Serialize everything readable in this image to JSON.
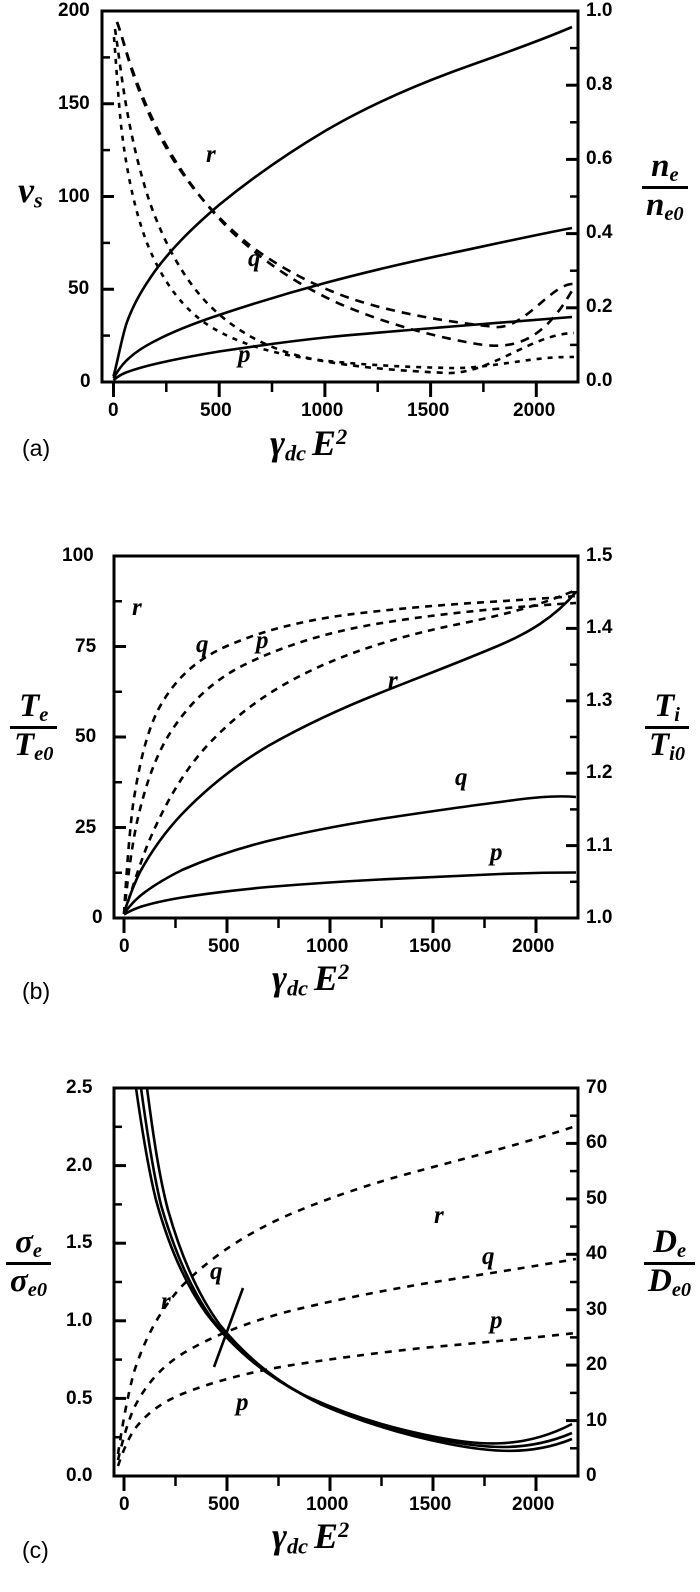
{
  "figure": {
    "background": "#ffffff",
    "stroke": "#000000",
    "panels": [
      {
        "id": "a",
        "panel_label": "(a)",
        "xlabel_parts": {
          "gamma": "γ",
          "gamma_sub": "dc",
          "e": "E",
          "e_sup": "2"
        },
        "left_title": {
          "num": "v",
          "num_sub": "s",
          "den": ""
        },
        "right_title": {
          "num": "n",
          "num_sub": "e",
          "den": "n",
          "den_sub": "e0"
        },
        "left_ticks": [
          "0",
          "50",
          "100",
          "150",
          "200"
        ],
        "right_ticks": [
          "0.0",
          "0.2",
          "0.4",
          "0.6",
          "0.8",
          "1.0"
        ],
        "x_ticks": [
          "0",
          "500",
          "1000",
          "1500",
          "2000"
        ],
        "curve_labels": [
          "r",
          "q",
          "p"
        ]
      },
      {
        "id": "b",
        "panel_label": "(b)",
        "xlabel_parts": {
          "gamma": "γ",
          "gamma_sub": "dc",
          "e": "E",
          "e_sup": "2"
        },
        "left_title": {
          "num": "T",
          "num_sub": "e",
          "den": "T",
          "den_sub": "e0"
        },
        "right_title": {
          "num": "T",
          "num_sub": "i",
          "den": "T",
          "den_sub": "i0"
        },
        "left_ticks": [
          "0",
          "25",
          "50",
          "75",
          "100"
        ],
        "right_ticks": [
          "1.0",
          "1.1",
          "1.2",
          "1.3",
          "1.4",
          "1.5"
        ],
        "x_ticks": [
          "0",
          "500",
          "1000",
          "1500",
          "2000"
        ],
        "curve_labels": [
          "r",
          "q",
          "p",
          "r",
          "q",
          "p"
        ]
      },
      {
        "id": "c",
        "panel_label": "(c)",
        "xlabel_parts": {
          "gamma": "γ",
          "gamma_sub": "dc",
          "e": "E",
          "e_sup": "2"
        },
        "left_title": {
          "num": "σ",
          "num_sub": "e",
          "den": "σ",
          "den_sub": "e0"
        },
        "right_title": {
          "num": "D",
          "num_sub": "e",
          "den": "D",
          "den_sub": "e0"
        },
        "left_ticks": [
          "0.0",
          "0.5",
          "1.0",
          "1.5",
          "2.0",
          "2.5"
        ],
        "right_ticks": [
          "0",
          "10",
          "20",
          "30",
          "40",
          "50",
          "60",
          "70"
        ],
        "x_ticks": [
          "0",
          "500",
          "1000",
          "1500",
          "2000"
        ],
        "curve_labels": [
          "r",
          "q",
          "r",
          "q",
          "p",
          "p"
        ]
      }
    ]
  },
  "chart_data": [
    {
      "type": "line",
      "panel": "a",
      "title": "",
      "xlabel": "gamma_dc E^2",
      "xlim": [
        0,
        2250
      ],
      "xticks": [
        0,
        500,
        1000,
        1500,
        2000
      ],
      "left_axis": {
        "label": "v_s",
        "ylim": [
          0,
          200
        ],
        "yticks": [
          0,
          50,
          100,
          150,
          200
        ]
      },
      "right_axis": {
        "label": "n_e / n_e0",
        "ylim": [
          0.0,
          1.0
        ],
        "yticks": [
          0.0,
          0.2,
          0.4,
          0.6,
          0.8,
          1.0
        ]
      },
      "grid": false,
      "legend": "inline-curve-labels",
      "series": [
        {
          "name": "r",
          "style": "solid",
          "axis": "left",
          "x": [
            0,
            25,
            75,
            150,
            300,
            500,
            750,
            1000,
            1250,
            1500,
            1750,
            2000,
            2250
          ],
          "y": [
            3,
            25,
            48,
            68,
            92,
            114,
            134,
            150,
            163,
            174,
            183,
            190,
            196
          ]
        },
        {
          "name": "q",
          "style": "solid",
          "axis": "left",
          "x": [
            0,
            25,
            75,
            150,
            300,
            500,
            750,
            1000,
            1250,
            1500,
            1750,
            2000,
            2250
          ],
          "y": [
            2,
            10,
            18,
            25,
            34,
            43,
            52,
            59,
            65,
            70,
            75,
            79,
            83
          ]
        },
        {
          "name": "p",
          "style": "solid",
          "axis": "left",
          "x": [
            0,
            25,
            75,
            150,
            300,
            500,
            750,
            1000,
            1250,
            1500,
            1750,
            2000,
            2250
          ],
          "y": [
            1,
            5,
            8,
            11,
            15,
            19,
            23,
            26,
            28,
            30,
            32,
            33,
            35
          ]
        },
        {
          "name": "r",
          "style": "dashed",
          "axis": "right",
          "x": [
            15,
            30,
            60,
            120,
            250,
            400,
            600,
            850,
            1100,
            1400,
            1700,
            2000,
            2250
          ],
          "y": [
            0.97,
            0.92,
            0.82,
            0.69,
            0.55,
            0.47,
            0.4,
            0.35,
            0.32,
            0.29,
            0.28,
            0.27,
            0.265
          ]
        },
        {
          "name": "q",
          "style": "dashed",
          "axis": "right",
          "x": [
            10,
            25,
            50,
            100,
            200,
            350,
            550,
            800,
            1100,
            1400,
            1700,
            2000,
            2250
          ],
          "y": [
            0.95,
            0.8,
            0.63,
            0.45,
            0.31,
            0.24,
            0.2,
            0.175,
            0.16,
            0.15,
            0.14,
            0.135,
            0.13
          ]
        },
        {
          "name": "p",
          "style": "dashed",
          "axis": "right",
          "x": [
            8,
            18,
            40,
            80,
            170,
            300,
            500,
            750,
            1050,
            1400,
            1750,
            2000,
            2250
          ],
          "y": [
            0.93,
            0.7,
            0.48,
            0.31,
            0.2,
            0.15,
            0.115,
            0.095,
            0.085,
            0.078,
            0.072,
            0.07,
            0.068
          ]
        }
      ]
    },
    {
      "type": "line",
      "panel": "b",
      "title": "",
      "xlabel": "gamma_dc E^2",
      "xlim": [
        0,
        2250
      ],
      "xticks": [
        0,
        500,
        1000,
        1500,
        2000
      ],
      "left_axis": {
        "label": "T_e / T_e0",
        "ylim": [
          0,
          100
        ],
        "yticks": [
          0,
          25,
          50,
          75,
          100
        ]
      },
      "right_axis": {
        "label": "T_i / T_i0",
        "ylim": [
          1.0,
          1.5
        ],
        "yticks": [
          1.0,
          1.1,
          1.2,
          1.3,
          1.4,
          1.5
        ]
      },
      "grid": false,
      "legend": "inline-curve-labels",
      "series": [
        {
          "name": "r",
          "style": "dashed",
          "axis": "left",
          "x": [
            0,
            10,
            25,
            50,
            100,
            200,
            400,
            700,
            1000,
            1400,
            1800,
            2250
          ],
          "y": [
            1,
            25,
            52,
            70,
            82,
            88,
            91,
            92.5,
            93.5,
            94.3,
            95,
            95.5
          ]
        },
        {
          "name": "q",
          "style": "dashed",
          "axis": "left",
          "x": [
            0,
            15,
            40,
            80,
            160,
            300,
            550,
            850,
            1200,
            1600,
            2000,
            2250
          ],
          "y": [
            1,
            20,
            45,
            64,
            78,
            86,
            90,
            92,
            93.2,
            94,
            94.6,
            95
          ]
        },
        {
          "name": "p",
          "style": "dashed",
          "axis": "left",
          "x": [
            0,
            30,
            80,
            180,
            350,
            600,
            900,
            1250,
            1600,
            1950,
            2250
          ],
          "y": [
            1,
            12,
            30,
            50,
            65,
            76,
            82,
            86,
            88,
            89.5,
            90.5
          ]
        },
        {
          "name": "r",
          "style": "solid",
          "axis": "left",
          "x": [
            0,
            20,
            60,
            150,
            300,
            500,
            750,
            1000,
            1300,
            1600,
            1950,
            2250
          ],
          "y": [
            1.5,
            6,
            13,
            24,
            36,
            47,
            57,
            64,
            72,
            78,
            85,
            90
          ]
        },
        {
          "name": "q",
          "style": "solid",
          "axis": "left",
          "x": [
            0,
            20,
            60,
            150,
            300,
            500,
            750,
            1000,
            1300,
            1600,
            1950,
            2250
          ],
          "y": [
            1.2,
            3.5,
            6.5,
            11,
            15,
            19,
            22,
            24.5,
            27,
            29,
            31.5,
            33.5
          ]
        },
        {
          "name": "p",
          "style": "solid",
          "axis": "left",
          "x": [
            0,
            20,
            60,
            150,
            300,
            500,
            750,
            1000,
            1300,
            1600,
            1950,
            2250
          ],
          "y": [
            1,
            2,
            3.2,
            4.8,
            6.2,
            7.5,
            8.7,
            9.5,
            10.4,
            11.1,
            11.8,
            12.5
          ]
        }
      ]
    },
    {
      "type": "line",
      "panel": "c",
      "title": "",
      "xlabel": "gamma_dc E^2",
      "xlim": [
        0,
        2250
      ],
      "xticks": [
        0,
        500,
        1000,
        1500,
        2000
      ],
      "left_axis": {
        "label": "sigma_e / sigma_e0",
        "ylim": [
          0.0,
          2.5
        ],
        "yticks": [
          0.0,
          0.5,
          1.0,
          1.5,
          2.0,
          2.5
        ]
      },
      "right_axis": {
        "label": "D_e / D_e0",
        "ylim": [
          0,
          70
        ],
        "yticks": [
          0,
          10,
          20,
          30,
          40,
          50,
          60,
          70
        ]
      },
      "grid": false,
      "legend": "inline-curve-labels",
      "series": [
        {
          "name": "r",
          "style": "solid",
          "axis": "left",
          "x": [
            60,
            100,
            160,
            250,
            400,
            600,
            850,
            1150,
            1500,
            1850,
            2250
          ],
          "y": [
            2.5,
            1.95,
            1.52,
            1.18,
            0.92,
            0.74,
            0.6,
            0.5,
            0.42,
            0.37,
            0.335
          ]
        },
        {
          "name": "q",
          "style": "solid",
          "axis": "left",
          "x": [
            75,
            115,
            180,
            270,
            420,
            620,
            870,
            1170,
            1520,
            1870,
            2250
          ],
          "y": [
            2.5,
            1.9,
            1.44,
            1.1,
            0.84,
            0.66,
            0.53,
            0.43,
            0.36,
            0.31,
            0.275
          ]
        },
        {
          "name": "p",
          "style": "solid",
          "axis": "left",
          "x": [
            90,
            135,
            205,
            300,
            450,
            650,
            900,
            1200,
            1550,
            1900,
            2250
          ],
          "y": [
            2.5,
            1.85,
            1.38,
            1.03,
            0.78,
            0.6,
            0.47,
            0.38,
            0.31,
            0.265,
            0.235
          ]
        },
        {
          "name": "r",
          "style": "dashed",
          "axis": "right",
          "x": [
            10,
            40,
            100,
            200,
            350,
            550,
            800,
            1100,
            1450,
            1800,
            2250
          ],
          "y": [
            4,
            16,
            26,
            34,
            41,
            47,
            52,
            56.5,
            60,
            62.5,
            65
          ]
        },
        {
          "name": "q",
          "style": "dashed",
          "axis": "right",
          "x": [
            10,
            40,
            100,
            200,
            350,
            550,
            800,
            1100,
            1450,
            1800,
            2250
          ],
          "y": [
            3,
            10,
            17,
            22,
            26,
            29.5,
            32,
            34.5,
            36.5,
            38,
            39
          ]
        },
        {
          "name": "p",
          "style": "dashed",
          "axis": "right",
          "x": [
            10,
            40,
            100,
            200,
            350,
            550,
            800,
            1100,
            1450,
            1800,
            2250
          ],
          "y": [
            2,
            6,
            10,
            13.5,
            16,
            18,
            19.5,
            21,
            22,
            23,
            23.8
          ]
        }
      ]
    }
  ]
}
